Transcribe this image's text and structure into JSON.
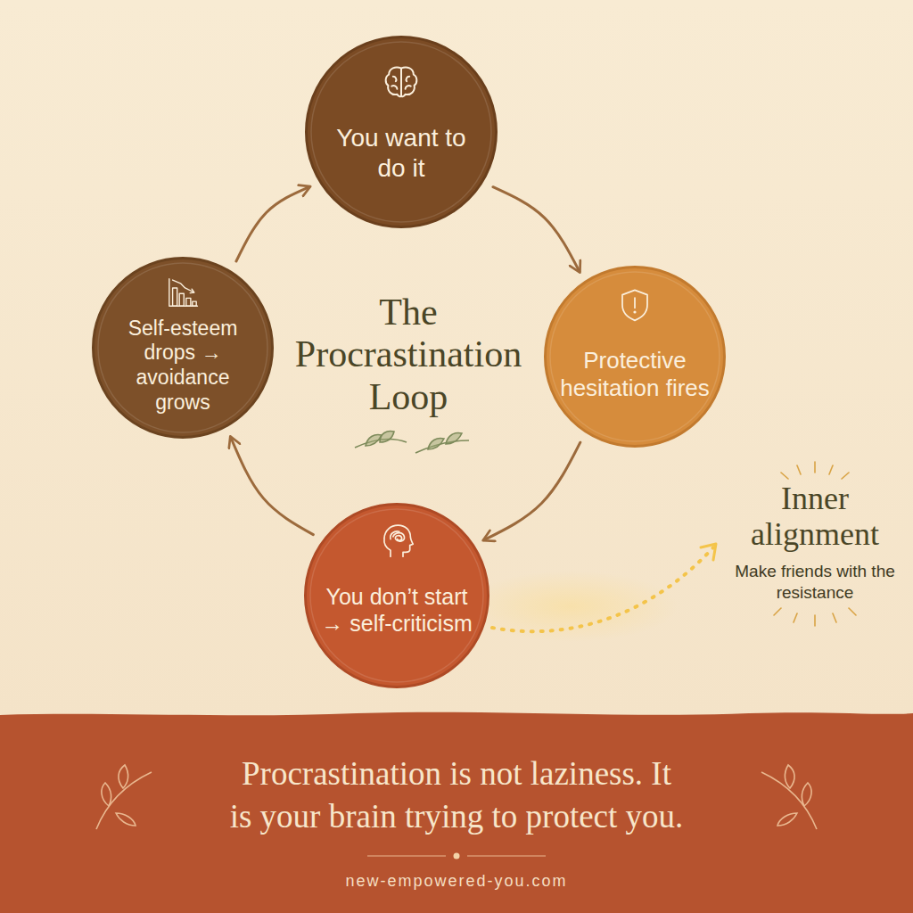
{
  "diagram": {
    "title": "The Procrastination Loop",
    "caption": "Procrastination is not laziness. It is your brain trying to protect you.",
    "nodes": [
      {
        "text": [
          "You want to do it"
        ]
      },
      {
        "text": [
          "Protective hesitation fires"
        ]
      },
      {
        "text": [
          "You don’t start → self-criticism"
        ]
      },
      {
        "text": [
          "Self-esteem drops → avoidance grows"
        ]
      }
    ],
    "edges": [
      {
        "from": 0,
        "to": 1,
        "arrow": "to"
      },
      {
        "from": 1,
        "to": 2,
        "arrow": "to"
      },
      {
        "from": 2,
        "to": 3,
        "arrow": "to"
      },
      {
        "from": 3,
        "to": 0,
        "arrow": "to"
      }
    ],
    "labels": [
      "Inner alignment",
      "Make friends with the resistance",
      "new-empowered-you.com"
    ]
  }
}
